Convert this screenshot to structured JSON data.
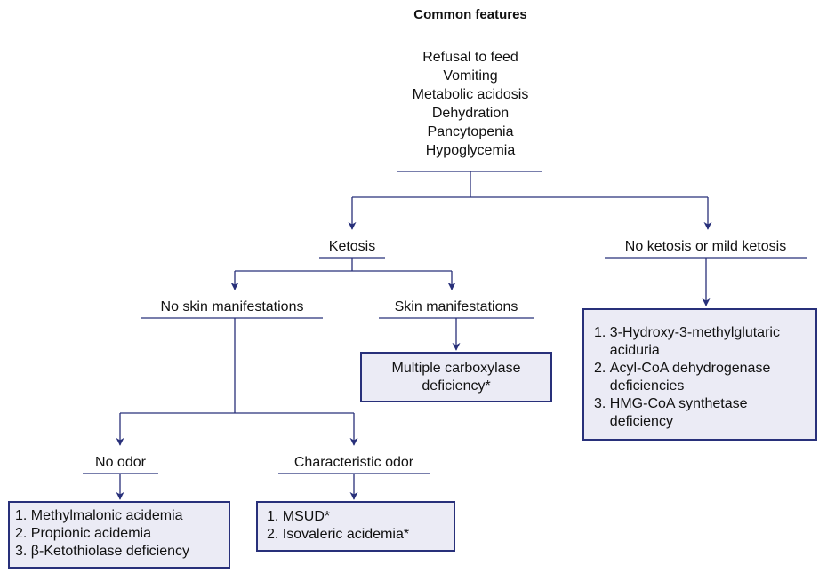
{
  "diagram": {
    "title": "Common features",
    "features": [
      "Refusal to feed",
      "Vomiting",
      "Metabolic acidosis",
      "Dehydration",
      "Pancytopenia",
      "Hypoglycemia"
    ],
    "branches": {
      "ketosis": "Ketosis",
      "no_ketosis": "No ketosis or mild ketosis",
      "no_skin": "No skin manifestations",
      "skin": "Skin manifestations",
      "no_odor": "No odor",
      "odor": "Characteristic odor"
    },
    "outcomes": {
      "multiple_carboxylase": "Multiple carboxylase deficiency*",
      "no_ketosis_list": [
        {
          "num": "1.",
          "text": "3-Hydroxy-3-methylglutaric aciduria"
        },
        {
          "num": "2.",
          "text": "Acyl-CoA dehydrogenase deficiencies"
        },
        {
          "num": "3.",
          "text": "HMG-CoA synthetase deficiency"
        }
      ],
      "no_odor_list": [
        {
          "num": "1.",
          "text": "Methylmalonic acidemia"
        },
        {
          "num": "2.",
          "text": "Propionic acidemia"
        },
        {
          "num": "3.",
          "text": "β-Ketothiolase deficiency"
        }
      ],
      "odor_list": [
        {
          "num": "1.",
          "text": "MSUD*"
        },
        {
          "num": "2.",
          "text": "Isovaleric acidemia*"
        }
      ]
    },
    "colors": {
      "line": "#28307a",
      "box_fill": "#ebebf5",
      "box_border": "#28307a"
    }
  }
}
